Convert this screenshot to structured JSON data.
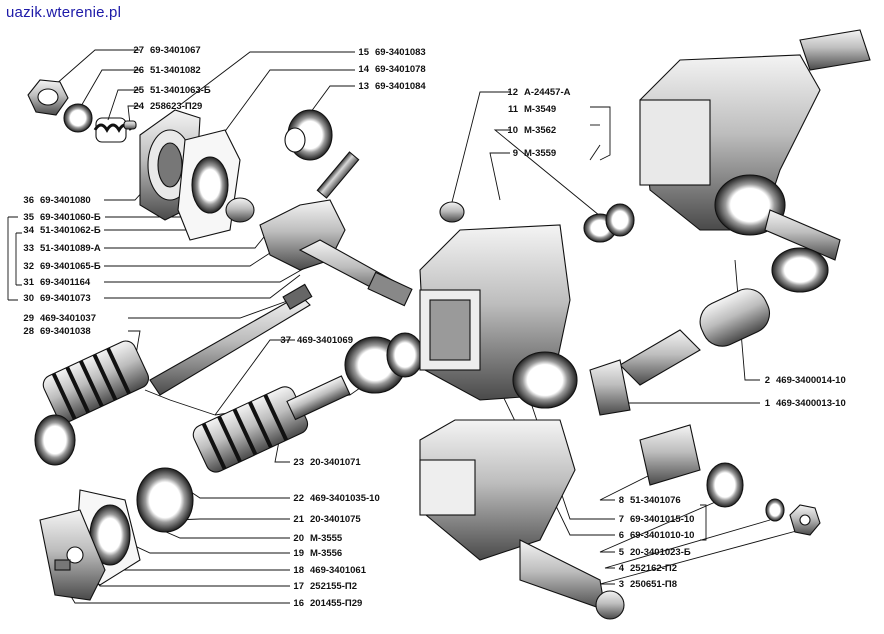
{
  "watermark": "uazik.wterenie.pl",
  "callouts": [
    {
      "n": "27",
      "part": "69-3401067"
    },
    {
      "n": "26",
      "part": "51-3401082"
    },
    {
      "n": "25",
      "part": "51-3401063-Б"
    },
    {
      "n": "24",
      "part": "258623-П29"
    },
    {
      "n": "15",
      "part": "69-3401083"
    },
    {
      "n": "14",
      "part": "69-3401078"
    },
    {
      "n": "13",
      "part": "69-3401084"
    },
    {
      "n": "12",
      "part": "А-24457-А"
    },
    {
      "n": "11",
      "part": "М-3549"
    },
    {
      "n": "10",
      "part": "М-3562"
    },
    {
      "n": "9",
      "part": "М-3559"
    },
    {
      "n": "36",
      "part": "69-3401080"
    },
    {
      "n": "35",
      "part": "69-3401060-Б"
    },
    {
      "n": "34",
      "part": "51-3401062-Б"
    },
    {
      "n": "33",
      "part": "51-3401089-А"
    },
    {
      "n": "32",
      "part": "69-3401065-Б"
    },
    {
      "n": "31",
      "part": "69-3401164"
    },
    {
      "n": "30",
      "part": "69-3401073"
    },
    {
      "n": "29",
      "part": "469-3401037"
    },
    {
      "n": "28",
      "part": "69-3401038"
    },
    {
      "n": "37",
      "part": "469-3401069"
    },
    {
      "n": "2",
      "part": "469-3400014-10"
    },
    {
      "n": "1",
      "part": "469-3400013-10"
    },
    {
      "n": "23",
      "part": "20-3401071"
    },
    {
      "n": "22",
      "part": "469-3401035-10"
    },
    {
      "n": "21",
      "part": "20-3401075"
    },
    {
      "n": "20",
      "part": "М-3555"
    },
    {
      "n": "19",
      "part": "М-3556"
    },
    {
      "n": "18",
      "part": "469-3401061"
    },
    {
      "n": "17",
      "part": "252155-П2"
    },
    {
      "n": "16",
      "part": "201455-П29"
    },
    {
      "n": "8",
      "part": "51-3401076"
    },
    {
      "n": "7",
      "part": "69-3401015-10"
    },
    {
      "n": "6",
      "part": "69-3401010-10"
    },
    {
      "n": "5",
      "part": "20-3401023-Б"
    },
    {
      "n": "4",
      "part": "252162-П2"
    },
    {
      "n": "3",
      "part": "250651-П8"
    }
  ]
}
